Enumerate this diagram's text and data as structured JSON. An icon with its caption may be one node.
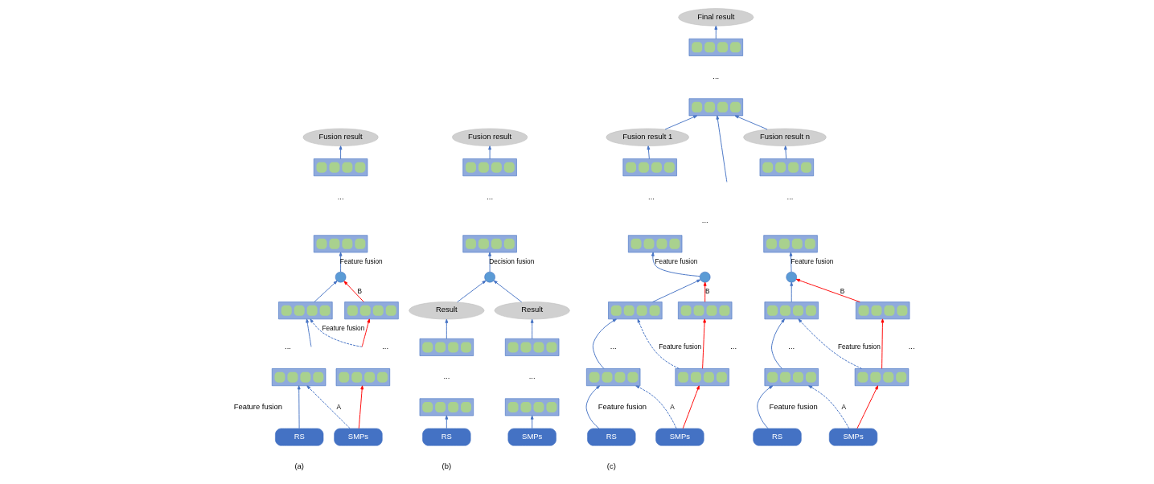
{
  "diagram": {
    "nodes": [
      {
        "text": [
          "Fusion result"
        ]
      },
      {
        "text": [],
        "shape": "box"
      },
      {
        "text": [],
        "shape": "box"
      },
      {
        "text": [],
        "shape": "circle"
      },
      {
        "text": [],
        "shape": "box"
      },
      {
        "text": [],
        "shape": "box"
      },
      {
        "text": [],
        "shape": "box"
      },
      {
        "text": [],
        "shape": "box"
      },
      {
        "text": [
          "RS"
        ]
      },
      {
        "text": [
          "SMPs"
        ]
      },
      {
        "text": [
          "Fusion result"
        ]
      },
      {
        "text": [],
        "shape": "box"
      },
      {
        "text": [],
        "shape": "box"
      },
      {
        "text": [],
        "shape": "circle"
      },
      {
        "text": [
          "Result"
        ]
      },
      {
        "text": [
          "Result"
        ]
      },
      {
        "text": [],
        "shape": "box"
      },
      {
        "text": [],
        "shape": "box"
      },
      {
        "text": [],
        "shape": "box"
      },
      {
        "text": [],
        "shape": "box"
      },
      {
        "text": [
          "RS"
        ]
      },
      {
        "text": [
          "SMPs"
        ]
      },
      {
        "text": [
          "Final result"
        ]
      },
      {
        "text": [],
        "shape": "box"
      },
      {
        "text": [],
        "shape": "box"
      },
      {
        "text": [
          "Fusion result 1"
        ]
      },
      {
        "text": [
          "Fusion result n"
        ]
      },
      {
        "text": [],
        "shape": "box"
      },
      {
        "text": [],
        "shape": "box"
      },
      {
        "text": [],
        "shape": "circle"
      },
      {
        "text": [],
        "shape": "box"
      },
      {
        "text": [],
        "shape": "box"
      },
      {
        "text": [],
        "shape": "box"
      },
      {
        "text": [],
        "shape": "box"
      },
      {
        "text": [
          "RS"
        ]
      },
      {
        "text": [
          "SMPs"
        ]
      },
      {
        "text": [],
        "shape": "box"
      },
      {
        "text": [],
        "shape": "box"
      },
      {
        "text": [],
        "shape": "circle"
      },
      {
        "text": [],
        "shape": "box"
      },
      {
        "text": [],
        "shape": "box"
      },
      {
        "text": [],
        "shape": "box"
      },
      {
        "text": [],
        "shape": "box"
      },
      {
        "text": [
          "RS"
        ]
      },
      {
        "text": [
          "SMPs"
        ]
      }
    ],
    "edges": [
      {
        "from": 1,
        "to": 0,
        "arrow": "to"
      },
      {
        "from": 3,
        "to": 2,
        "arrow": "to",
        "label": "Feature fusion"
      },
      {
        "from": 4,
        "to": 3,
        "arrow": "to"
      },
      {
        "from": 5,
        "to": 3,
        "arrow": "to",
        "label": "B",
        "color": "#ff0000"
      },
      {
        "from": null,
        "to": 4,
        "arrow": "to",
        "style": "dashed",
        "label": "Feature fusion"
      },
      {
        "from": null,
        "to": 5,
        "arrow": "to",
        "color": "#ff0000"
      },
      {
        "from": null,
        "to": 4,
        "arrow": "to"
      },
      {
        "from": 8,
        "to": 6,
        "arrow": "to"
      },
      {
        "from": 9,
        "to": 7,
        "arrow": "to",
        "color": "#ff0000"
      },
      {
        "from": 9,
        "to": 6,
        "arrow": "to",
        "style": "dashed",
        "label": "A"
      },
      {
        "from": 11,
        "to": 10,
        "arrow": "to"
      },
      {
        "from": 13,
        "to": 12,
        "arrow": "to",
        "label": "Decision fusion"
      },
      {
        "from": 14,
        "to": 13,
        "arrow": "to"
      },
      {
        "from": 15,
        "to": 13,
        "arrow": "to"
      },
      {
        "from": 16,
        "to": 14,
        "arrow": "to"
      },
      {
        "from": 17,
        "to": 15,
        "arrow": "to"
      },
      {
        "from": 20,
        "to": 18,
        "arrow": "to"
      },
      {
        "from": 21,
        "to": 19,
        "arrow": "to"
      },
      {
        "from": 23,
        "to": 22,
        "arrow": "to"
      },
      {
        "from": 25,
        "to": 24,
        "arrow": "to"
      },
      {
        "from": 26,
        "to": 24,
        "arrow": "to"
      },
      {
        "from": null,
        "to": 24,
        "arrow": "to"
      },
      {
        "from": 27,
        "to": 25,
        "arrow": "to"
      },
      {
        "from": 29,
        "to": 28,
        "arrow": "to",
        "label": "Feature fusion"
      },
      {
        "from": 30,
        "to": 29,
        "arrow": "to"
      },
      {
        "from": 31,
        "to": 29,
        "arrow": "to",
        "label": "B",
        "color": "#ff0000"
      },
      {
        "from": 32,
        "to": 30,
        "arrow": "to"
      },
      {
        "from": 33,
        "to": 31,
        "arrow": "to",
        "color": "#ff0000"
      },
      {
        "from": 33,
        "to": 30,
        "arrow": "to",
        "style": "dashed",
        "label": "Feature fusion"
      },
      {
        "from": 34,
        "to": 32,
        "arrow": "to"
      },
      {
        "from": 35,
        "to": 33,
        "arrow": "to",
        "color": "#ff0000"
      },
      {
        "from": 35,
        "to": 32,
        "arrow": "to",
        "style": "dashed",
        "label": "A"
      },
      {
        "from": 36,
        "to": 26,
        "arrow": "to"
      },
      {
        "from": 38,
        "to": 37,
        "arrow": "to",
        "label": "Feature fusion"
      },
      {
        "from": 39,
        "to": 38,
        "arrow": "to"
      },
      {
        "from": 40,
        "to": 38,
        "arrow": "to",
        "label": "B",
        "color": "#ff0000"
      },
      {
        "from": 41,
        "to": 39,
        "arrow": "to"
      },
      {
        "from": 42,
        "to": 40,
        "arrow": "to",
        "color": "#ff0000"
      },
      {
        "from": 42,
        "to": 39,
        "arrow": "to",
        "style": "dashed",
        "label": "Feature fusion"
      },
      {
        "from": 43,
        "to": 41,
        "arrow": "to"
      },
      {
        "from": 44,
        "to": 42,
        "arrow": "to",
        "color": "#ff0000"
      },
      {
        "from": 44,
        "to": 41,
        "arrow": "to",
        "style": "dashed",
        "label": "A"
      }
    ],
    "labels": [
      "...",
      "...",
      "...",
      "Feature fusion",
      "(a)",
      "...",
      "...",
      "...",
      "(b)",
      "...",
      "...",
      "...",
      "...",
      "...",
      "Feature fusion",
      "...",
      "...",
      "...",
      "Feature fusion",
      "(c)"
    ]
  }
}
